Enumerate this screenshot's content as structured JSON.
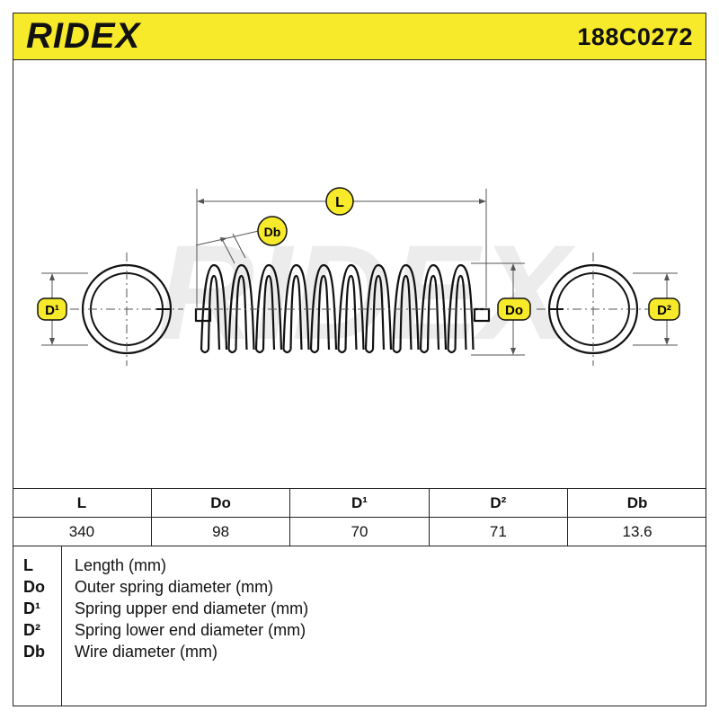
{
  "header": {
    "brand": "RIDEX",
    "part_number": "188C0272",
    "background_color": "#f7ea2a"
  },
  "diagram": {
    "watermark": "RIDEX",
    "labels": {
      "length": "L",
      "wire_diameter": "Db",
      "upper_end_diameter": "D¹",
      "outer_diameter": "Do",
      "lower_end_diameter": "D²"
    },
    "badge_color": "#f7ea2a"
  },
  "specs": {
    "headers": [
      "L",
      "Do",
      "D¹",
      "D²",
      "Db"
    ],
    "values": [
      "340",
      "98",
      "70",
      "71",
      "13.6"
    ]
  },
  "legend": [
    {
      "key": "L",
      "desc": "Length (mm)"
    },
    {
      "key": "Do",
      "desc": "Outer spring diameter (mm)"
    },
    {
      "key": "D¹",
      "desc": "Spring upper end diameter (mm)"
    },
    {
      "key": "D²",
      "desc": "Spring lower end diameter (mm)"
    },
    {
      "key": "Db",
      "desc": "Wire diameter (mm)"
    }
  ]
}
